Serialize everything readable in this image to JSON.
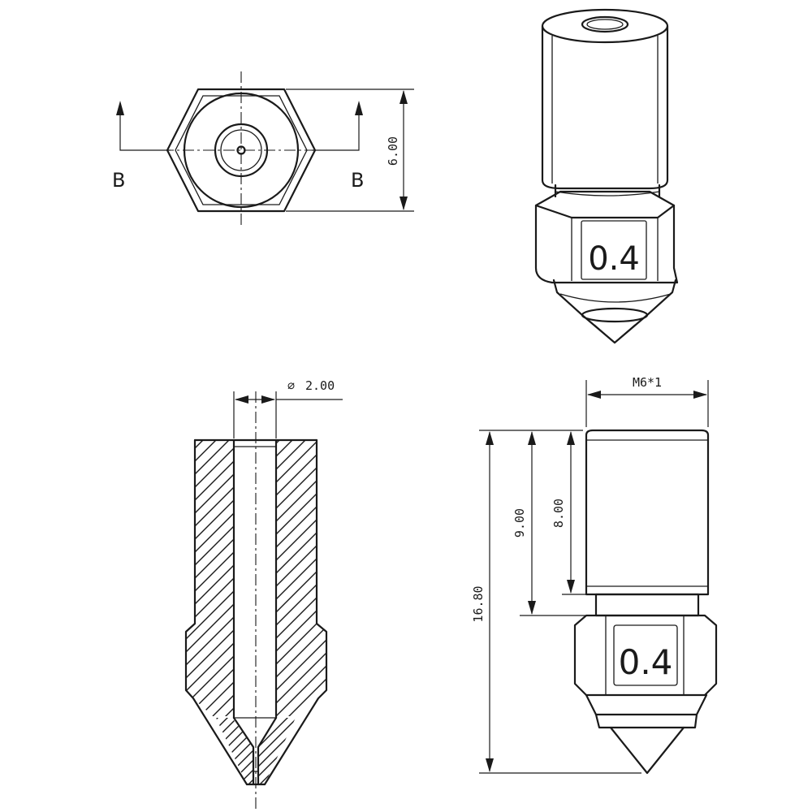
{
  "section_labels": {
    "left": "B",
    "right": "B"
  },
  "dimensions": {
    "hex_across_flats": "6.00",
    "bore_diameter": "2.00",
    "bore_symbol": "⌀",
    "thread": "M6*1",
    "total_length": "16.80",
    "to_shoulder": "9.00",
    "thread_length": "8.00"
  },
  "engraving": {
    "size_mark_top": "0.4",
    "size_mark_side": "0.4"
  }
}
